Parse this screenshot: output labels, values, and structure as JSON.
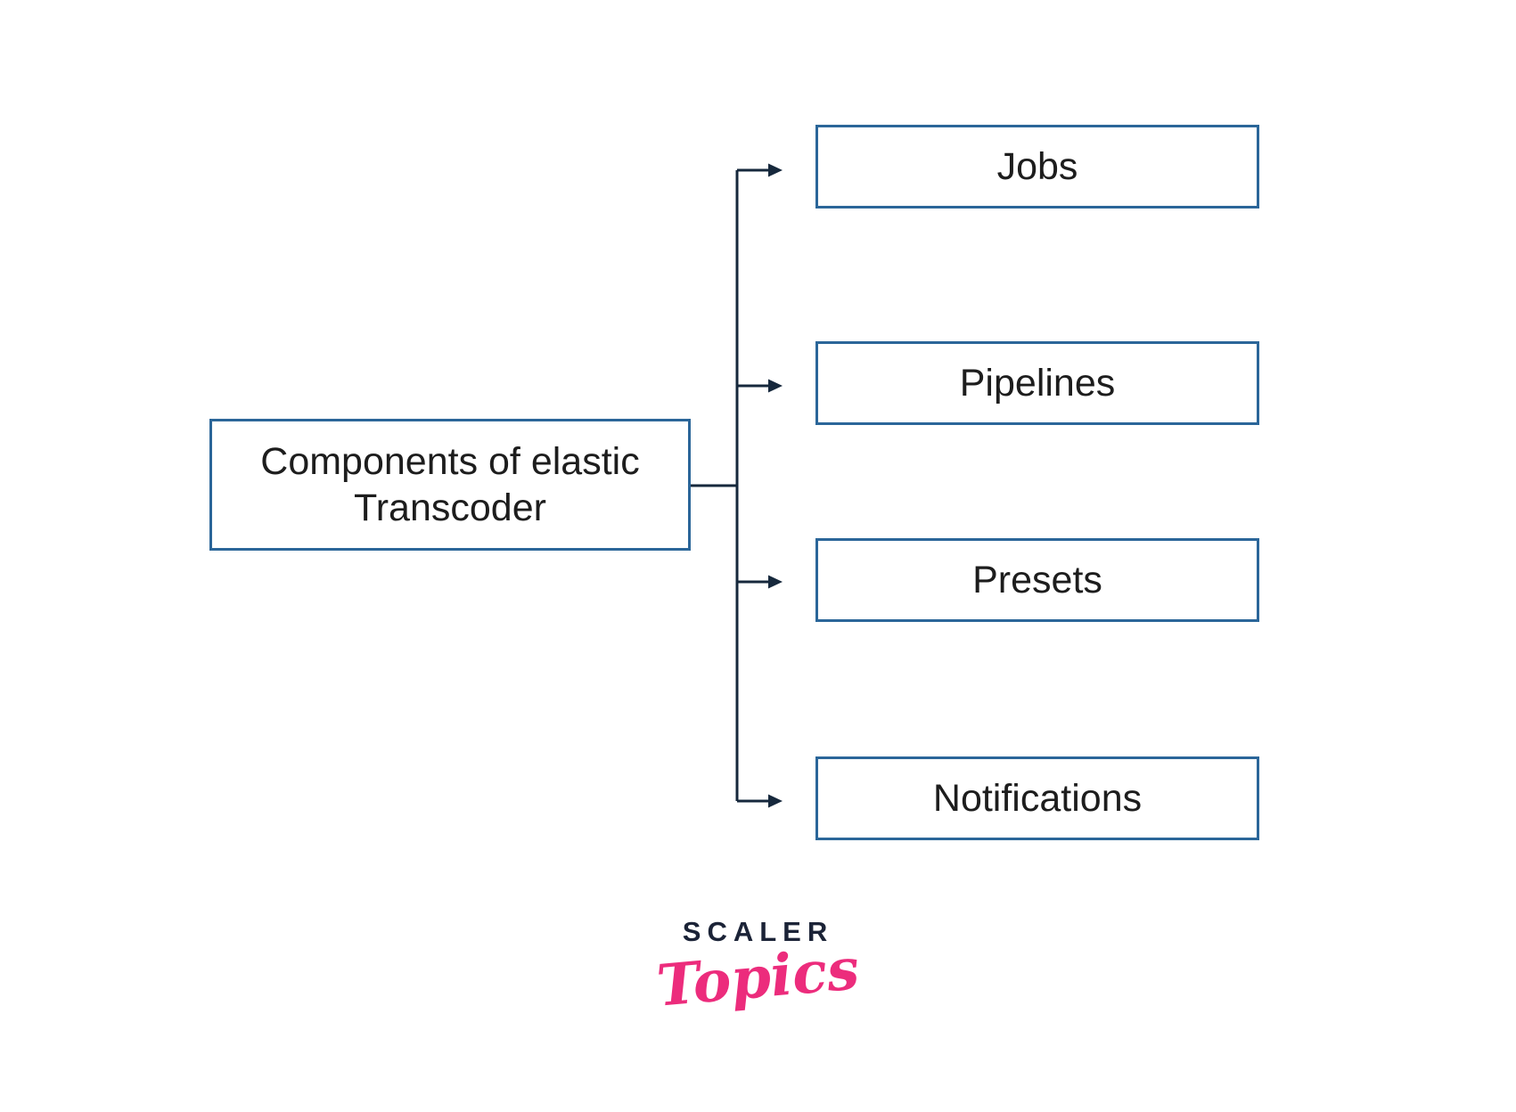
{
  "diagram": {
    "title_box": {
      "lines": [
        "Components of elastic",
        "Transcoder"
      ]
    },
    "children": [
      {
        "label": "Jobs"
      },
      {
        "label": "Pipelines"
      },
      {
        "label": "Presets"
      },
      {
        "label": "Notifications"
      }
    ]
  },
  "logo": {
    "wordmark": "SCALER",
    "sub_wordmark": "Topics"
  },
  "colors": {
    "background": "#FFFFFF",
    "box_border": "#2B6699",
    "connector": "#16283C",
    "text": "#1D1D1D",
    "logo_navy": "#1B2337",
    "logo_pink": "#EC2C7C"
  }
}
